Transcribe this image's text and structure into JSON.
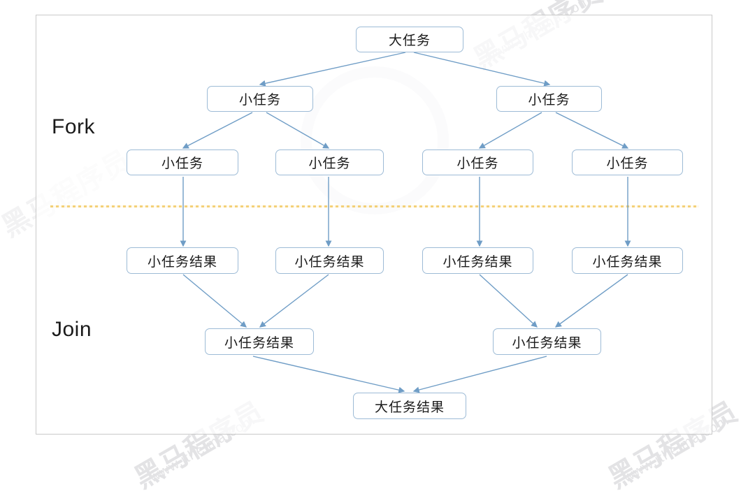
{
  "diagram": {
    "title_context": "Fork/Join framework task decomposition diagram",
    "frame": {
      "border_color": "#c9c9c9"
    },
    "divider": {
      "color": "#f0c24b",
      "style": "dotted"
    },
    "edge_color": "#6f9dc6",
    "node_border_color": "#9dbbd6",
    "stage_labels": [
      {
        "id": "fork",
        "text": "Fork"
      },
      {
        "id": "join",
        "text": "Join"
      }
    ],
    "nodes": [
      {
        "id": "n-root",
        "text": "大任务",
        "level": "fork-1"
      },
      {
        "id": "n-f2-left",
        "text": "小任务",
        "level": "fork-2"
      },
      {
        "id": "n-f2-right",
        "text": "小任务",
        "level": "fork-2"
      },
      {
        "id": "n-f3-1",
        "text": "小任务",
        "level": "fork-3"
      },
      {
        "id": "n-f3-2",
        "text": "小任务",
        "level": "fork-3"
      },
      {
        "id": "n-f3-3",
        "text": "小任务",
        "level": "fork-3"
      },
      {
        "id": "n-f3-4",
        "text": "小任务",
        "level": "fork-3"
      },
      {
        "id": "n-r3-1",
        "text": "小任务结果",
        "level": "join-3"
      },
      {
        "id": "n-r3-2",
        "text": "小任务结果",
        "level": "join-3"
      },
      {
        "id": "n-r3-3",
        "text": "小任务结果",
        "level": "join-3"
      },
      {
        "id": "n-r3-4",
        "text": "小任务结果",
        "level": "join-3"
      },
      {
        "id": "n-r2-left",
        "text": "小任务结果",
        "level": "join-2"
      },
      {
        "id": "n-r2-right",
        "text": "小任务结果",
        "level": "join-2"
      },
      {
        "id": "n-result",
        "text": "大任务结果",
        "level": "join-1"
      }
    ]
  },
  "watermarks": {
    "brand_cn": "黑马程序员",
    "brand_url": "www.itheima.com"
  }
}
